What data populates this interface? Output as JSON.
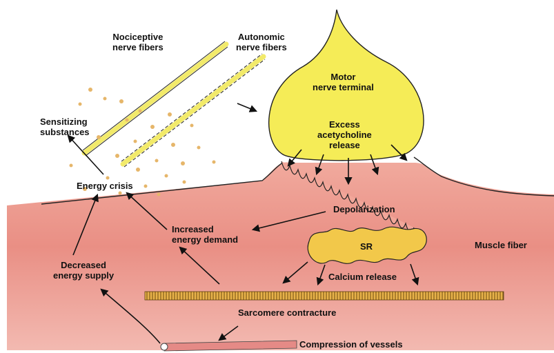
{
  "labels": {
    "nociceptive": [
      "Nociceptive",
      "nerve fibers"
    ],
    "autonomic": [
      "Autonomic",
      "nerve fibers"
    ],
    "motor_terminal": [
      "Motor",
      "nerve terminal"
    ],
    "excess_ach": [
      "Excess",
      "acetycholine",
      "release"
    ],
    "sensitizing": [
      "Sensitizing",
      "substances"
    ],
    "energy_crisis": "Energy crisis",
    "depolarization": "Depolarization",
    "increased_demand": [
      "Increased",
      "energy demand"
    ],
    "sr": "SR",
    "muscle_fiber": "Muscle fiber",
    "decreased_supply": [
      "Decreased",
      "energy supply"
    ],
    "calcium_release": "Calcium release",
    "sarcomere": "Sarcomere contracture",
    "compression": "Compression of vessels"
  },
  "colors": {
    "muscle": "#e8897e",
    "muscle_light": "#f3b7ad",
    "terminal": "#f5ec57",
    "terminal_edge": "#222222",
    "sr": "#f2c84a",
    "sarcomere": "#e3a82b",
    "dots": "#e6b66a",
    "fiber_yellow": "#f2ea6a",
    "vessel": "#e58a86",
    "arrow": "#111111"
  }
}
